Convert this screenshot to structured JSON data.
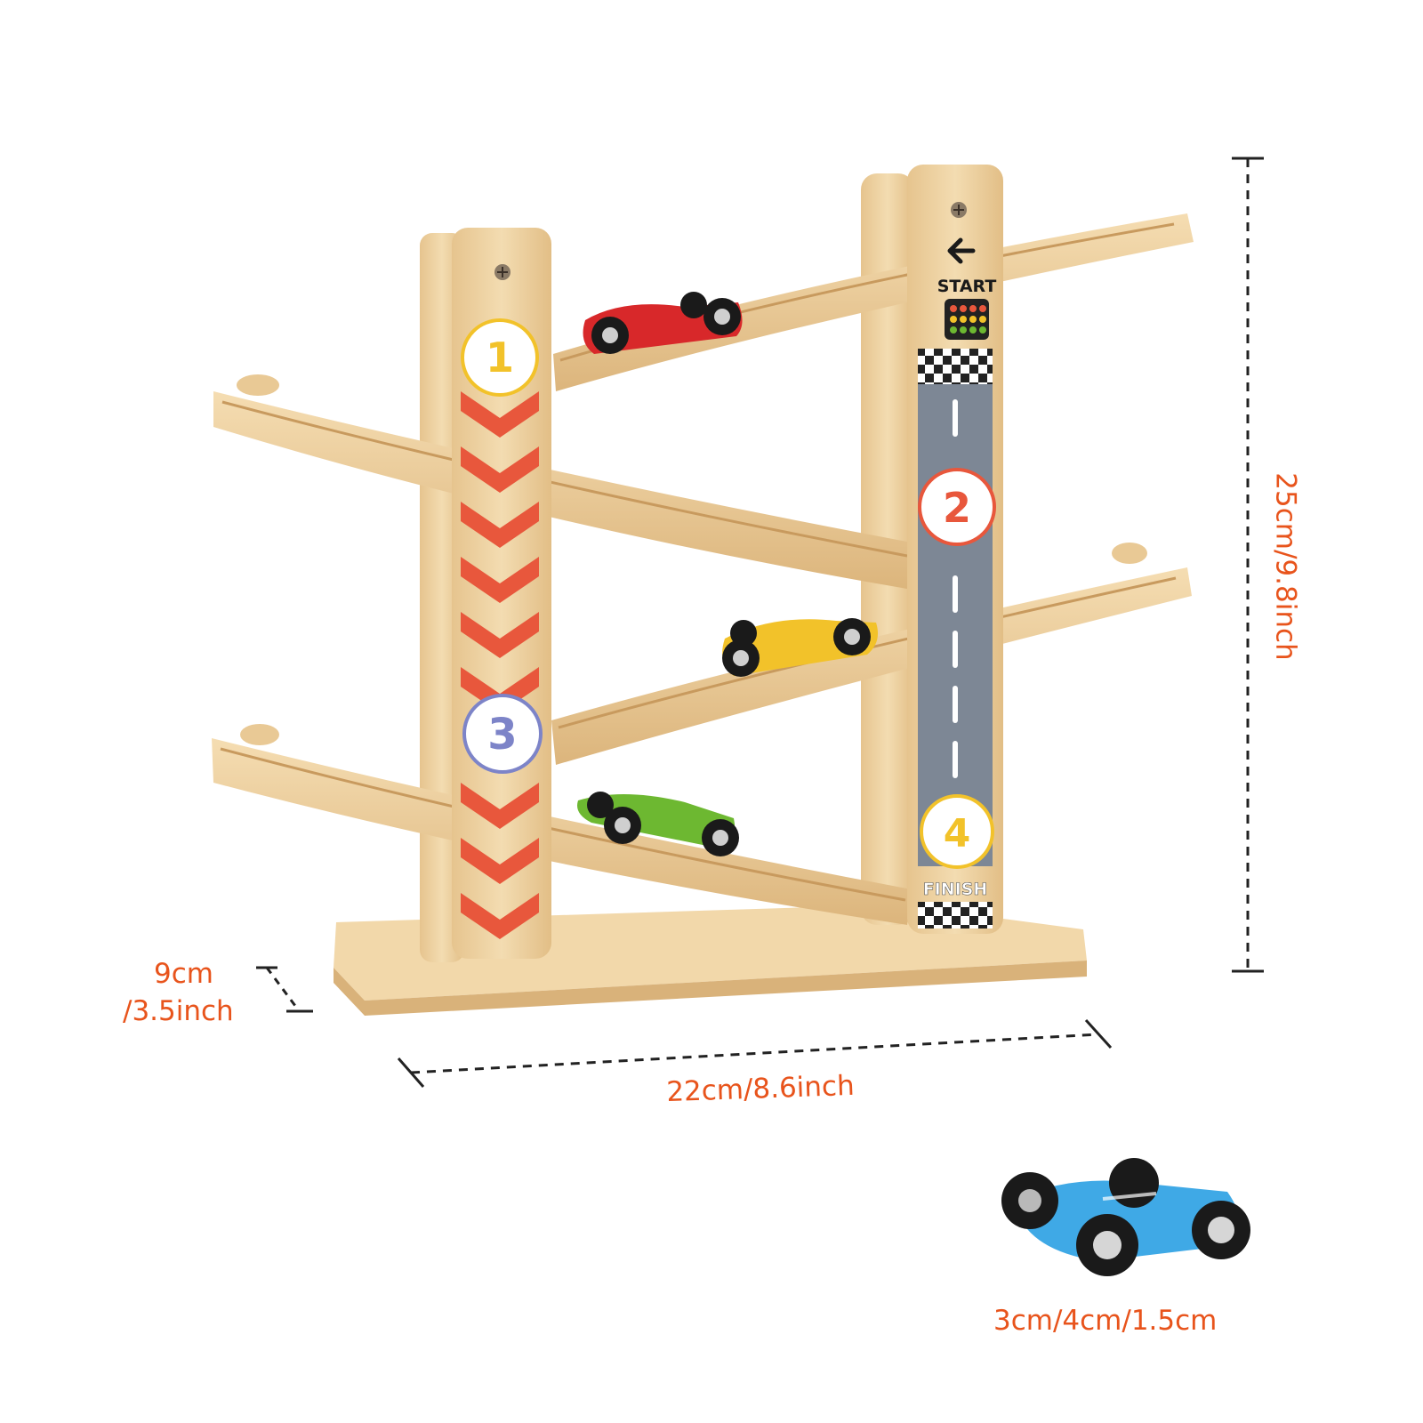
{
  "dimensions": {
    "height": "25cm/9.8inch",
    "width": "22cm/8.6inch",
    "depth_line1": "9cm",
    "depth_line2": "/3.5inch",
    "car_size": "3cm/4cm/1.5cm"
  },
  "tower_signs": {
    "start": "START",
    "finish": "FINISH",
    "badges": [
      "1",
      "2",
      "3",
      "4"
    ]
  },
  "colors": {
    "label": "#e8541c",
    "wood": "#edcf9e",
    "chevron": "#e8573c",
    "road": "#7d8795",
    "car_red": "#d8282a",
    "car_yellow": "#f2c22a",
    "car_green": "#6db831",
    "car_blue": "#3fa9e6"
  }
}
